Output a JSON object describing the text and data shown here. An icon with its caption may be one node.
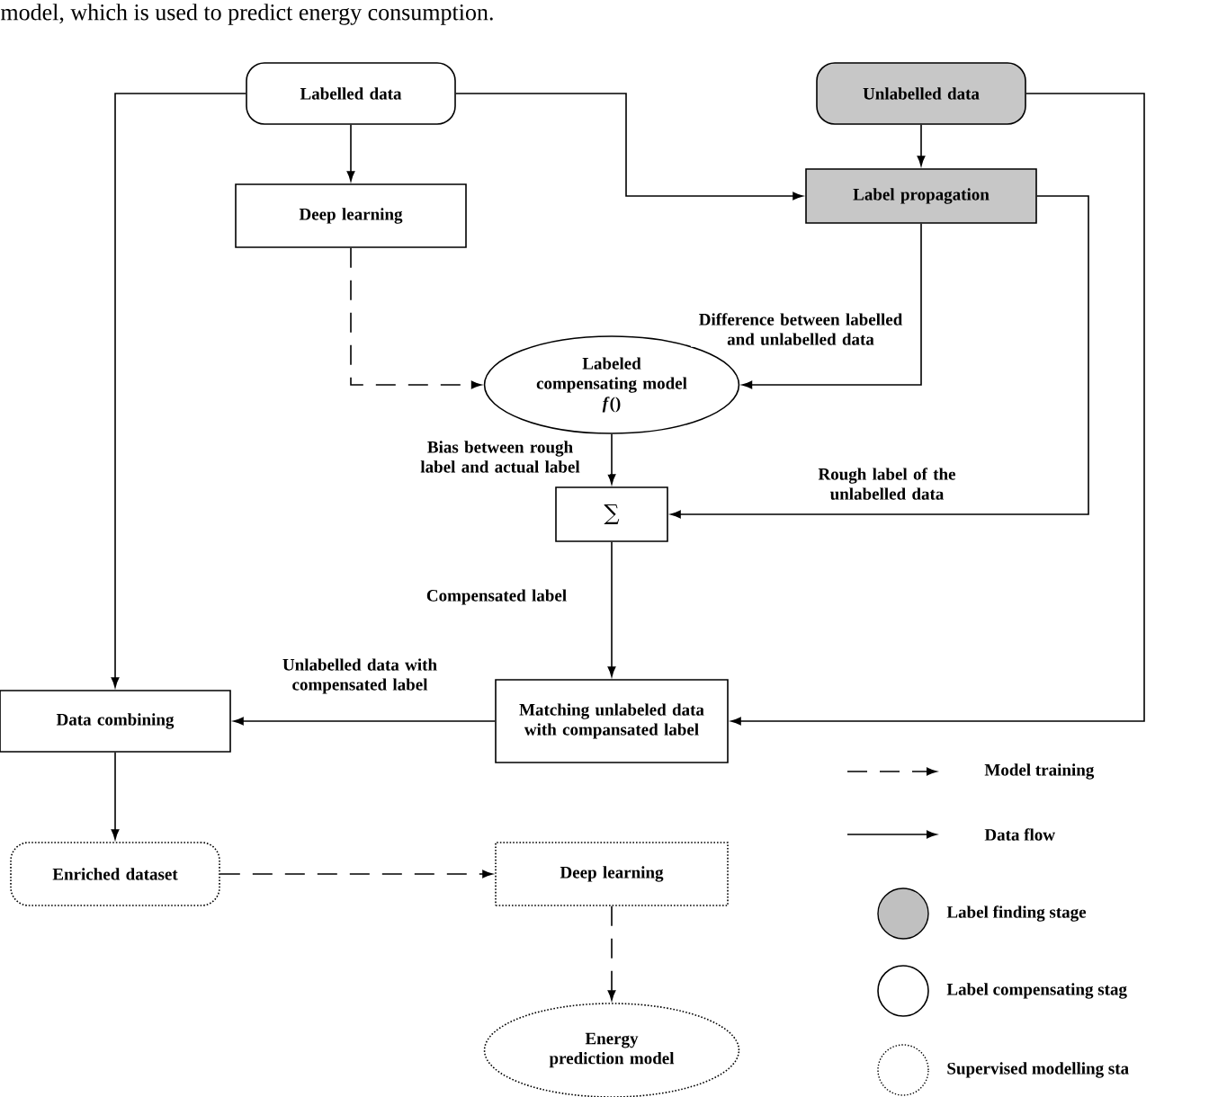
{
  "diagram": {
    "nodes": [
      {
        "text": [
          "Labelled data"
        ]
      },
      {
        "text": [
          "Unlabelled data"
        ]
      },
      {
        "text": [
          "Deep learning"
        ]
      },
      {
        "text": [
          "Label propagation"
        ]
      },
      {
        "text": [
          "Labeled compensating model",
          "*f*()"
        ]
      },
      {
        "text": [
          "∑"
        ]
      },
      {
        "text": [
          "Data combining"
        ]
      },
      {
        "text": [
          "Matching unlabeled data with compansated label"
        ]
      },
      {
        "text": [
          "Enriched dataset"
        ]
      },
      {
        "text": [
          "Deep learning"
        ]
      },
      {
        "text": [
          "Energy prediction model"
        ]
      }
    ],
    "edges": [
      {
        "from": 0,
        "to": 2,
        "arrow": "to"
      },
      {
        "from": 0,
        "to": 3,
        "arrow": "to"
      },
      {
        "from": 0,
        "to": 6,
        "arrow": "to"
      },
      {
        "from": 1,
        "to": 3,
        "arrow": "to"
      },
      {
        "from": 1,
        "to": 7,
        "arrow": "to"
      },
      {
        "from": 3,
        "to": 4,
        "arrow": "to",
        "label": "Difference between labelled and unlabelled data"
      },
      {
        "from": 3,
        "to": 5,
        "arrow": "to",
        "label": "Rough label of the unlabelled data"
      },
      {
        "from": 2,
        "to": 4,
        "arrow": "to",
        "style": "dashed"
      },
      {
        "from": 4,
        "to": 5,
        "arrow": "to",
        "label": "Bias between rough label and actual label"
      },
      {
        "from": 5,
        "to": 7,
        "arrow": "to",
        "label": "Compensated label"
      },
      {
        "from": 7,
        "to": 6,
        "arrow": "to",
        "label": "Unlabelled data with compensated label"
      },
      {
        "from": 6,
        "to": 8,
        "arrow": "to"
      },
      {
        "from": 8,
        "to": 9,
        "arrow": "to",
        "style": "dashed"
      },
      {
        "from": 9,
        "to": 10,
        "arrow": "to",
        "style": "dashed"
      }
    ],
    "labels": [
      "model, which is used to predict energy consumption."
    ],
    "legend": [
      {
        "text": "Model training"
      },
      {
        "text": "Data flow"
      },
      {
        "text": "Label finding stage",
        "color": "#c0c0c0"
      },
      {
        "text": "Label compensating stag"
      },
      {
        "text": "Supervised modelling sta"
      }
    ]
  }
}
